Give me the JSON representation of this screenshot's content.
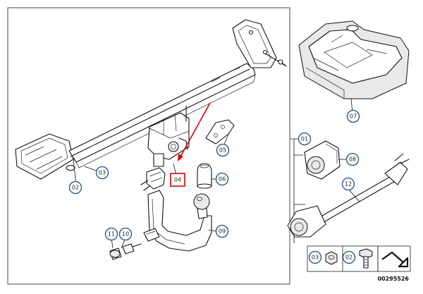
{
  "diagram": {
    "diagram_id": "00295526",
    "highlight_color": "#d40000",
    "callout_border_color": "#1f4e8c",
    "callouts": [
      {
        "key": "c01",
        "label": "01"
      },
      {
        "key": "c02",
        "label": "02"
      },
      {
        "key": "c03",
        "label": "03"
      },
      {
        "key": "c04",
        "label": "04"
      },
      {
        "key": "c05",
        "label": "05"
      },
      {
        "key": "c06",
        "label": "06"
      },
      {
        "key": "c07",
        "label": "07"
      },
      {
        "key": "c08",
        "label": "08"
      },
      {
        "key": "c09",
        "label": "09"
      },
      {
        "key": "c10",
        "label": "10"
      },
      {
        "key": "c11",
        "label": "11"
      },
      {
        "key": "c12",
        "label": "12"
      }
    ],
    "legend": {
      "items": [
        {
          "label": "03",
          "icon": "nut-icon"
        },
        {
          "label": "02",
          "icon": "bolt-icon"
        }
      ]
    },
    "icons": [
      "frame-icon",
      "tow-bar-crossmember",
      "ball-neck",
      "socket-module",
      "wiring-harness",
      "mounting-bracket",
      "protective-cap",
      "trunk-insert-tray"
    ]
  }
}
